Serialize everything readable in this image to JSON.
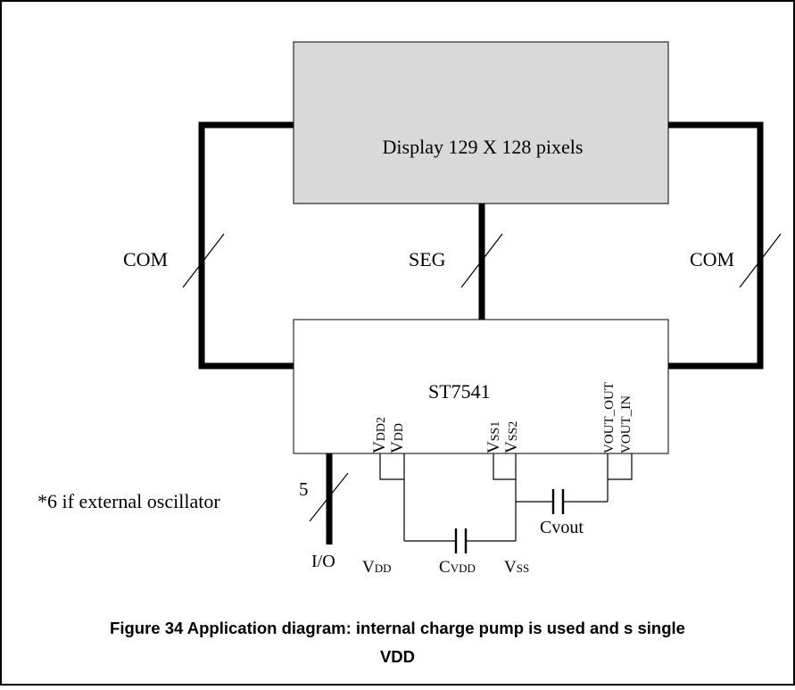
{
  "diagram": {
    "display_label": "Display 129 X 128 pixels",
    "chip_label": "ST7541",
    "com_left": "COM",
    "com_right": "COM",
    "seg": "SEG",
    "io_count": "5",
    "io_note": "*6 if external oscillator",
    "io_label": "I/O",
    "pins": {
      "vdd2": {
        "main": "V",
        "sub": "DD2"
      },
      "vdd": {
        "main": "V",
        "sub": "DD"
      },
      "vss1": {
        "main": "V",
        "sub": "SS1"
      },
      "vss2": {
        "main": "V",
        "sub": "SS2"
      },
      "vout_out": "VOUT_OUT",
      "vout_in": "VOUT_IN"
    },
    "bottom_labels": {
      "vdd": {
        "main": "V",
        "sub": "DD"
      },
      "cvdd": {
        "main": "C",
        "sub": "VDD"
      },
      "vss": {
        "main": "V",
        "sub": "SS"
      },
      "cvout": "Cvout"
    },
    "colors": {
      "display_fill": "#d9d9d9",
      "line": "#000000"
    }
  },
  "caption": {
    "line1": "Figure 34 Application diagram: internal charge pump is used and s single",
    "line2": "VDD"
  }
}
